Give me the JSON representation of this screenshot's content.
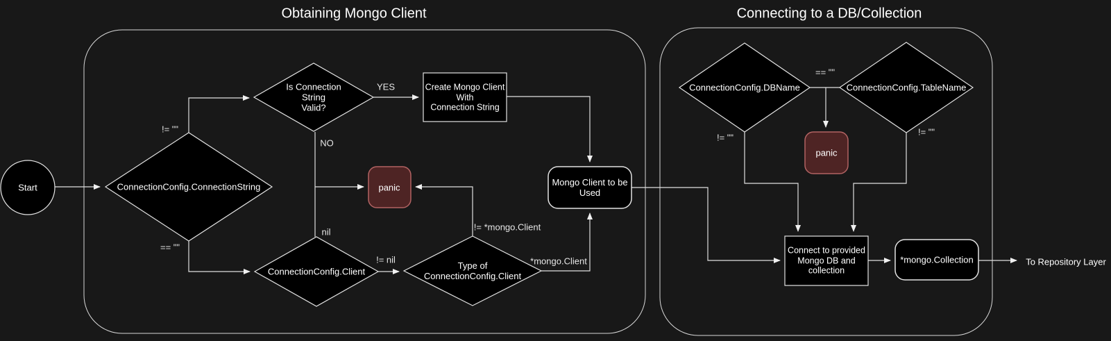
{
  "sections": {
    "left_title": "Obtaining Mongo Client",
    "right_title": "Connecting to a DB/Collection"
  },
  "nodes": {
    "start": "Start",
    "connection_string": "ConnectionConfig.ConnectionString",
    "is_valid": "Is Connection\nString\nValid?",
    "create_client": "Create Mongo Client\nWith\nConnection String",
    "panic_left": "panic",
    "client_to_use": "Mongo Client to be\nUsed",
    "config_client": "ConnectionConfig.Client",
    "type_of_client": "Type of\nConnectionConfig.Client",
    "dbname": "ConnectionConfig.DBName",
    "tablename": "ConnectionConfig.TableName",
    "panic_right": "panic",
    "connect_db": "Connect to provided\nMongo DB and\ncollection",
    "collection": "*mongo.Collection",
    "to_repository": "To Repository Layer"
  },
  "edge_labels": {
    "cs_not_empty": "!= \"\"",
    "cs_empty": "== \"\"",
    "valid_yes": "YES",
    "valid_no": "NO",
    "client_nil": "nil",
    "client_not_nil": "!= nil",
    "type_not_mongo": "!= *mongo.Client",
    "type_mongo": "*mongo.Client",
    "db_or_table_empty": "== \"\"",
    "db_not_empty": "!= \"\"",
    "table_not_empty": "!= \"\""
  },
  "colors": {
    "background": "#181818",
    "node_fill": "#000000",
    "line": "#e0e0e0",
    "text": "#ffffff",
    "panic_fill": "#4e2424",
    "panic_border": "#b26363"
  }
}
